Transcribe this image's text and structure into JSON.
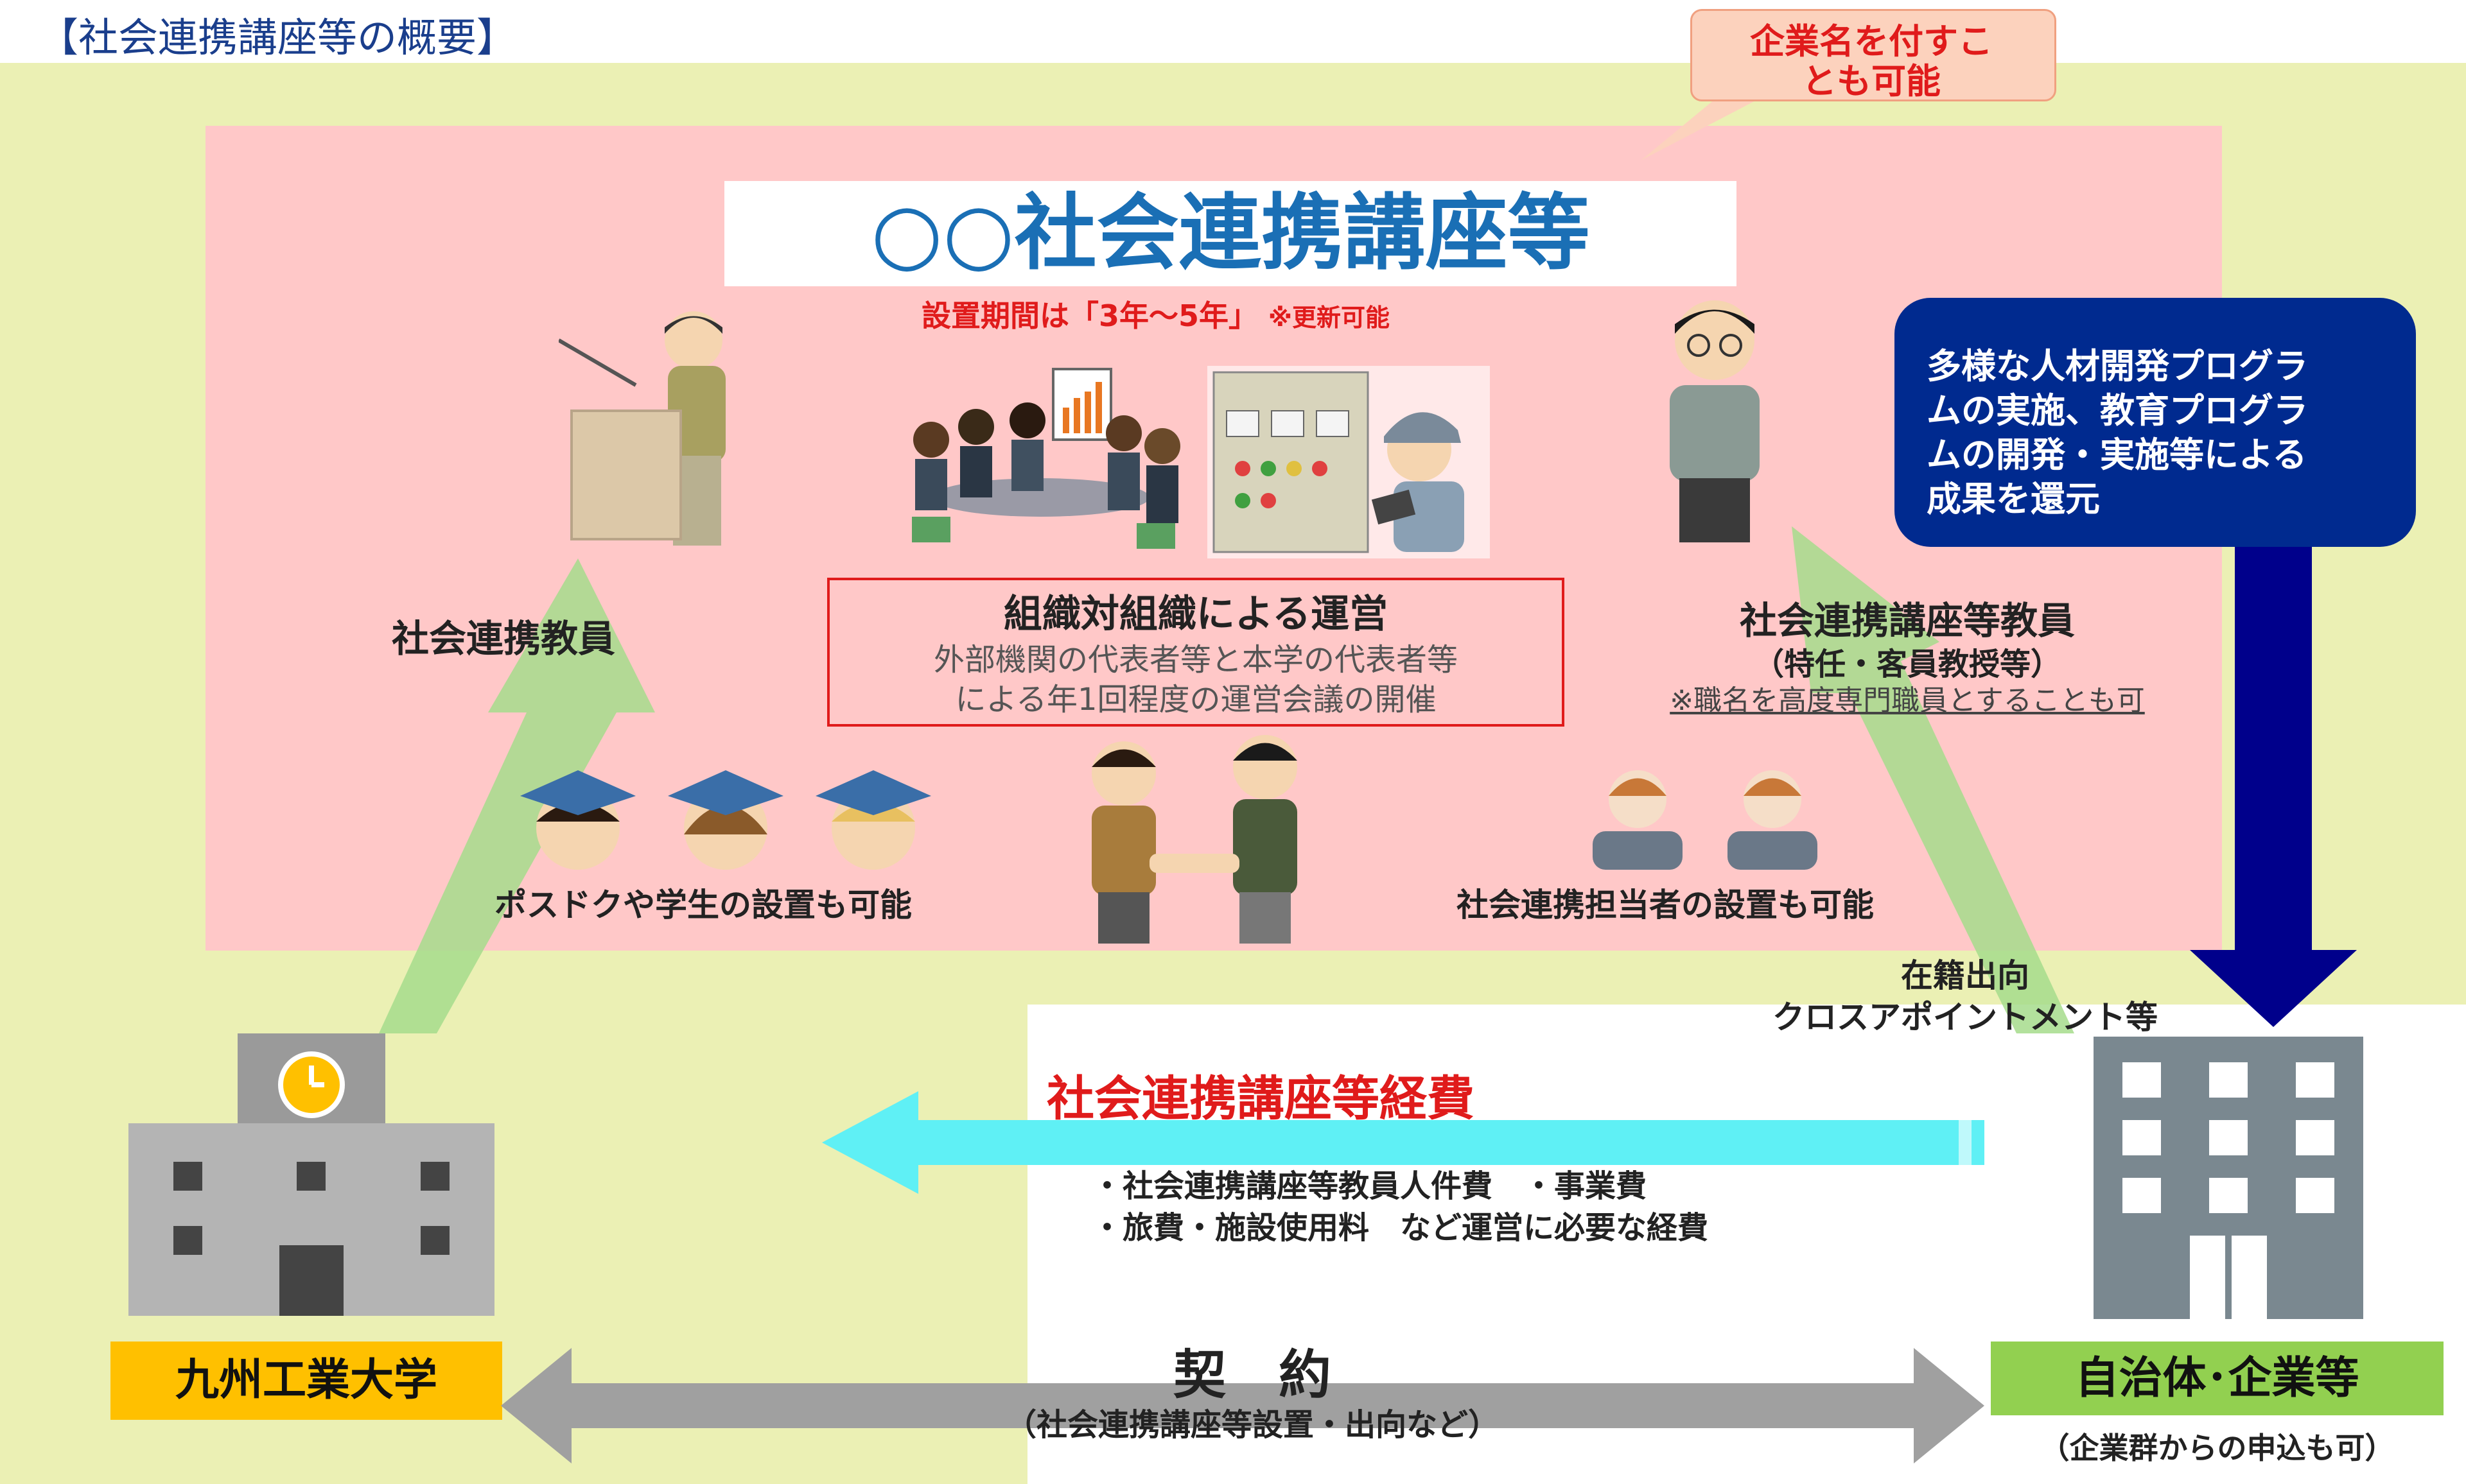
{
  "header": {
    "title": "【社会連携講座等の概要】"
  },
  "callout": {
    "line1": "企業名を付すこ",
    "line2": "とも可能"
  },
  "main": {
    "title": "○○社会連携講座等",
    "period": "設置期間は「3年～5年」",
    "period_note": "※更新可能"
  },
  "left_teacher": {
    "label": "社会連携教員"
  },
  "center_box": {
    "title": "組織対組織による運営",
    "line1": "外部機関の代表者等と本学の代表者等",
    "line2": "による年1回程度の運営会議の開催"
  },
  "right_teacher": {
    "label": "社会連携講座等教員",
    "sub": "（特任・客員教授等）",
    "note": "※職名を高度専門職員とすることも可"
  },
  "students": {
    "label": "ポスドクや学生の設置も可能"
  },
  "staff": {
    "label": "社会連携担当者の設置も可能"
  },
  "results_box": {
    "line1": "多様な人材開発プログラ",
    "line2": "ムの実施、教育プログラ",
    "line3": "ムの開発・実施等による",
    "line4": "成果を還元"
  },
  "dispatch": {
    "line1": "在籍出向",
    "line2": "クロスアポイントメント等"
  },
  "expenses": {
    "title": "社会連携講座等経費",
    "line1": "・社会連携講座等教員人件費　・事業費",
    "line2": "・旅費・施設使用料　など運営に必要な経費"
  },
  "university": {
    "label": "九州工業大学"
  },
  "partner": {
    "label": "自治体･企業等",
    "sub": "（企業群からの申込も可）"
  },
  "contract": {
    "title": "契　約",
    "sub": "（社会連携講座等設置・出向など）"
  },
  "colors": {
    "outer_bg": "#ebf0b4",
    "inner_bg": "#ffc8c8",
    "title_blue": "#1a6fb5",
    "accent_red": "#e01b1b",
    "navy": "#00008b",
    "uni_yellow": "#ffc000",
    "partner_green": "#92d050",
    "cyan_arrow": "#5ff0f5",
    "green_arrow": "#a6dc8c",
    "gray_arrow": "#a0a0a0"
  }
}
